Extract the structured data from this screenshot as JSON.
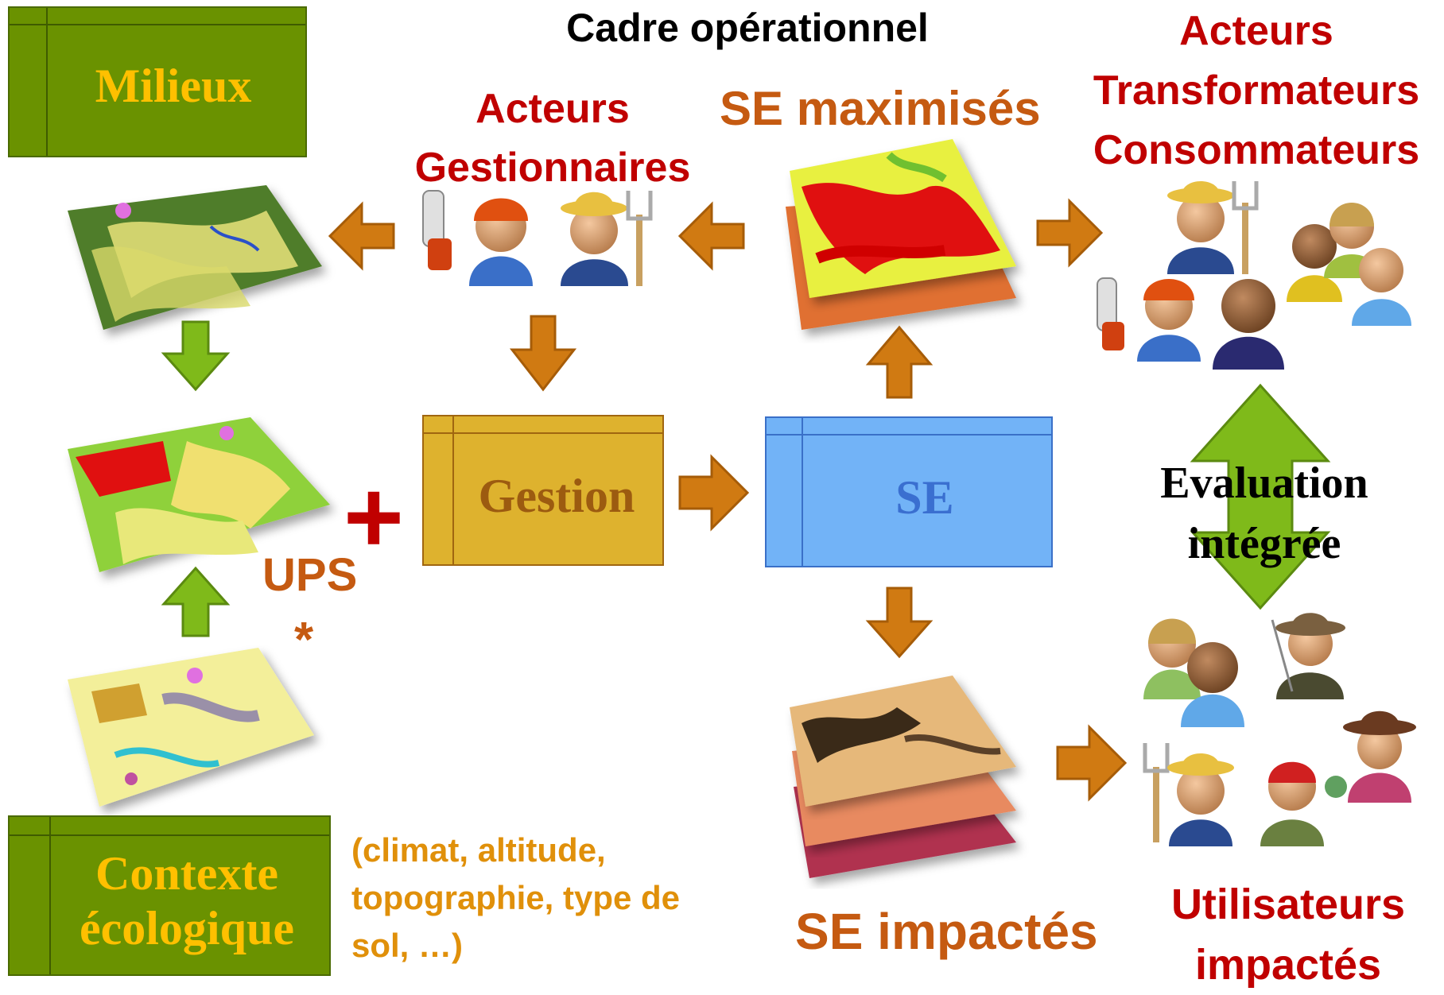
{
  "title": "Cadre opérationnel",
  "boxes": {
    "milieux": "Milieux",
    "contexte_line1": "Contexte",
    "contexte_line2": "écologique",
    "gestion": "Gestion",
    "se": "SE"
  },
  "labels": {
    "acteurs_gestionnaires_1": "Acteurs",
    "acteurs_gestionnaires_2": "Gestionnaires",
    "se_maximises": "SE maximisés",
    "acteurs_tr_1": "Acteurs",
    "acteurs_tr_2": "Transformateurs",
    "acteurs_tr_3": "Consommateurs",
    "ups": "UPS",
    "asterisk": "*",
    "plus": "+",
    "contexte_note_1": "(climat, altitude,",
    "contexte_note_2": "topographie, type de",
    "contexte_note_3": "sol, …)",
    "evaluation_1": "Evaluation",
    "evaluation_2": "intégrée",
    "se_impactes": "SE impactés",
    "utilisateurs_1": "Utilisateurs",
    "utilisateurs_2": "impactés"
  },
  "colors": {
    "green_box": "#6a9200",
    "gold_text": "#ffc000",
    "gestion_box": "#deb22e",
    "gestion_text": "#9c5b10",
    "se_box": "#72b3f7",
    "se_text": "#3a6fd0",
    "orange_arrow": "#d07a12",
    "green_arrow": "#7fba1a",
    "dark_red": "#c00000",
    "orange_text": "#c55a11",
    "note_text": "#e0900a"
  },
  "icons": [
    "terrain-map-icon",
    "arrow-icon",
    "chainsaw-icon",
    "fork-icon",
    "person-icon"
  ]
}
